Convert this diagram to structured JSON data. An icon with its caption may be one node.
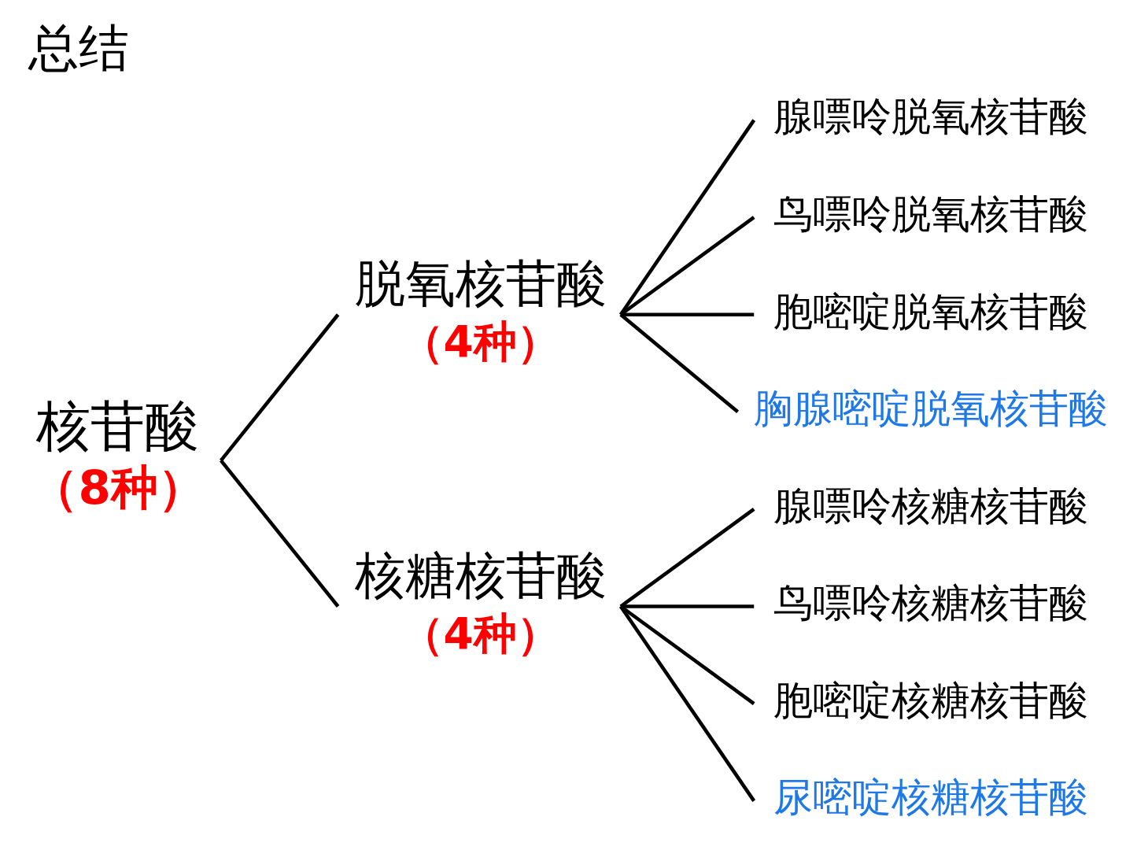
{
  "diagram": {
    "title": "总结",
    "nodes": [
      {
        "text": [
          "核苷酸"
        ],
        "beside": [
          "（8种）"
        ]
      },
      {
        "text": [
          "脱氧核苷酸"
        ],
        "beside": [
          "（4种）"
        ]
      },
      {
        "text": [
          "腺嘌呤脱氧核苷酸"
        ]
      },
      {
        "text": [
          "鸟嘌呤脱氧核苷酸"
        ]
      },
      {
        "text": [
          "胞嘧啶脱氧核苷酸"
        ]
      },
      {
        "text": [
          "胸腺嘧啶脱氧核苷酸"
        ]
      },
      {
        "text": [
          "核糖核苷酸"
        ],
        "beside": [
          "（4种）"
        ]
      },
      {
        "text": [
          "腺嘌呤核糖核苷酸"
        ]
      },
      {
        "text": [
          "鸟嘌呤核糖核苷酸"
        ]
      },
      {
        "text": [
          "胞嘧啶核糖核苷酸"
        ]
      },
      {
        "text": [
          "尿嘧啶核糖核苷酸"
        ]
      }
    ],
    "edges": [
      {
        "from": 0,
        "to": 1,
        "arrow": "none"
      },
      {
        "from": 0,
        "to": 6,
        "arrow": "none"
      },
      {
        "from": 1,
        "to": 2,
        "arrow": "none"
      },
      {
        "from": 1,
        "to": 3,
        "arrow": "none"
      },
      {
        "from": 1,
        "to": 4,
        "arrow": "none"
      },
      {
        "from": 1,
        "to": 5,
        "arrow": "none"
      },
      {
        "from": 6,
        "to": 7,
        "arrow": "none"
      },
      {
        "from": 6,
        "to": 8,
        "arrow": "none"
      },
      {
        "from": 6,
        "to": 9,
        "arrow": "none"
      },
      {
        "from": 6,
        "to": 10,
        "arrow": "none"
      }
    ]
  }
}
